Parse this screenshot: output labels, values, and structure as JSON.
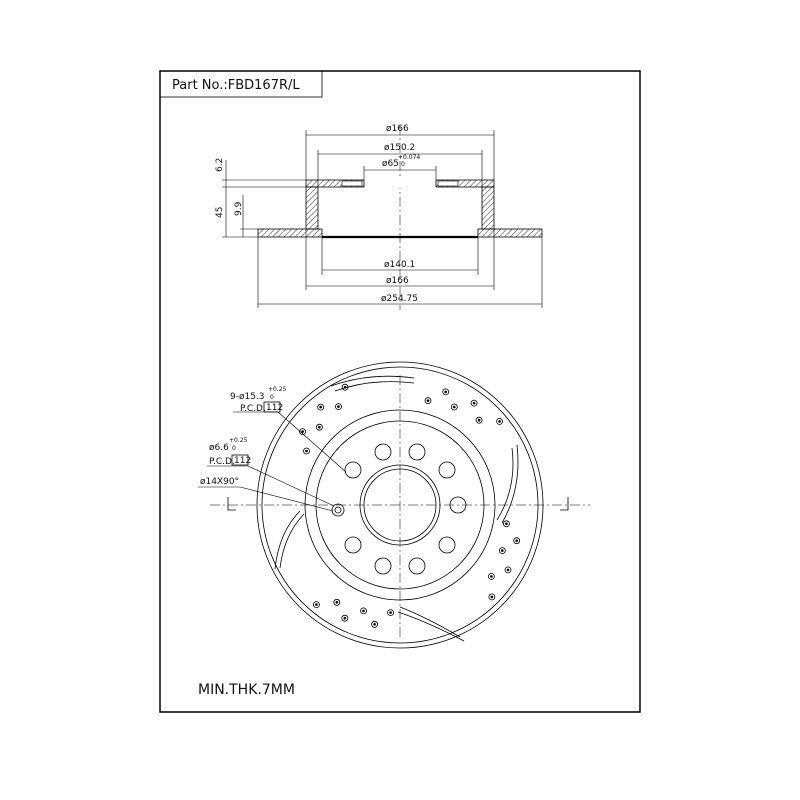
{
  "title_block": {
    "part_no": "Part No.:FBD167R/L"
  },
  "section_view": {
    "dims": {
      "d166_top": "ø166",
      "d150": "ø150.2",
      "d65": "ø65",
      "d65_tol_upper": "+0.074",
      "d65_tol_lower": "0",
      "h62": "6.2",
      "h45": "45",
      "h99": "9.9",
      "d140": "ø140.1",
      "d166_bottom": "ø166",
      "d254": "ø254.75"
    }
  },
  "front_view": {
    "callout_holes": {
      "text": "9-ø15.3",
      "tol_upper": "+0.25",
      "tol_lower": "0",
      "pcd": "P.C.D.",
      "pcd_box": "112"
    },
    "callout_small": {
      "text": "ø6.6",
      "tol_upper": "+0.25",
      "tol_lower": "0",
      "pcd": "P.C.D.",
      "pcd_box": "112"
    },
    "callout_chamfer": {
      "text": "ø14X90°"
    }
  },
  "note": {
    "min_thickness": "MIN.THK.7MM"
  }
}
